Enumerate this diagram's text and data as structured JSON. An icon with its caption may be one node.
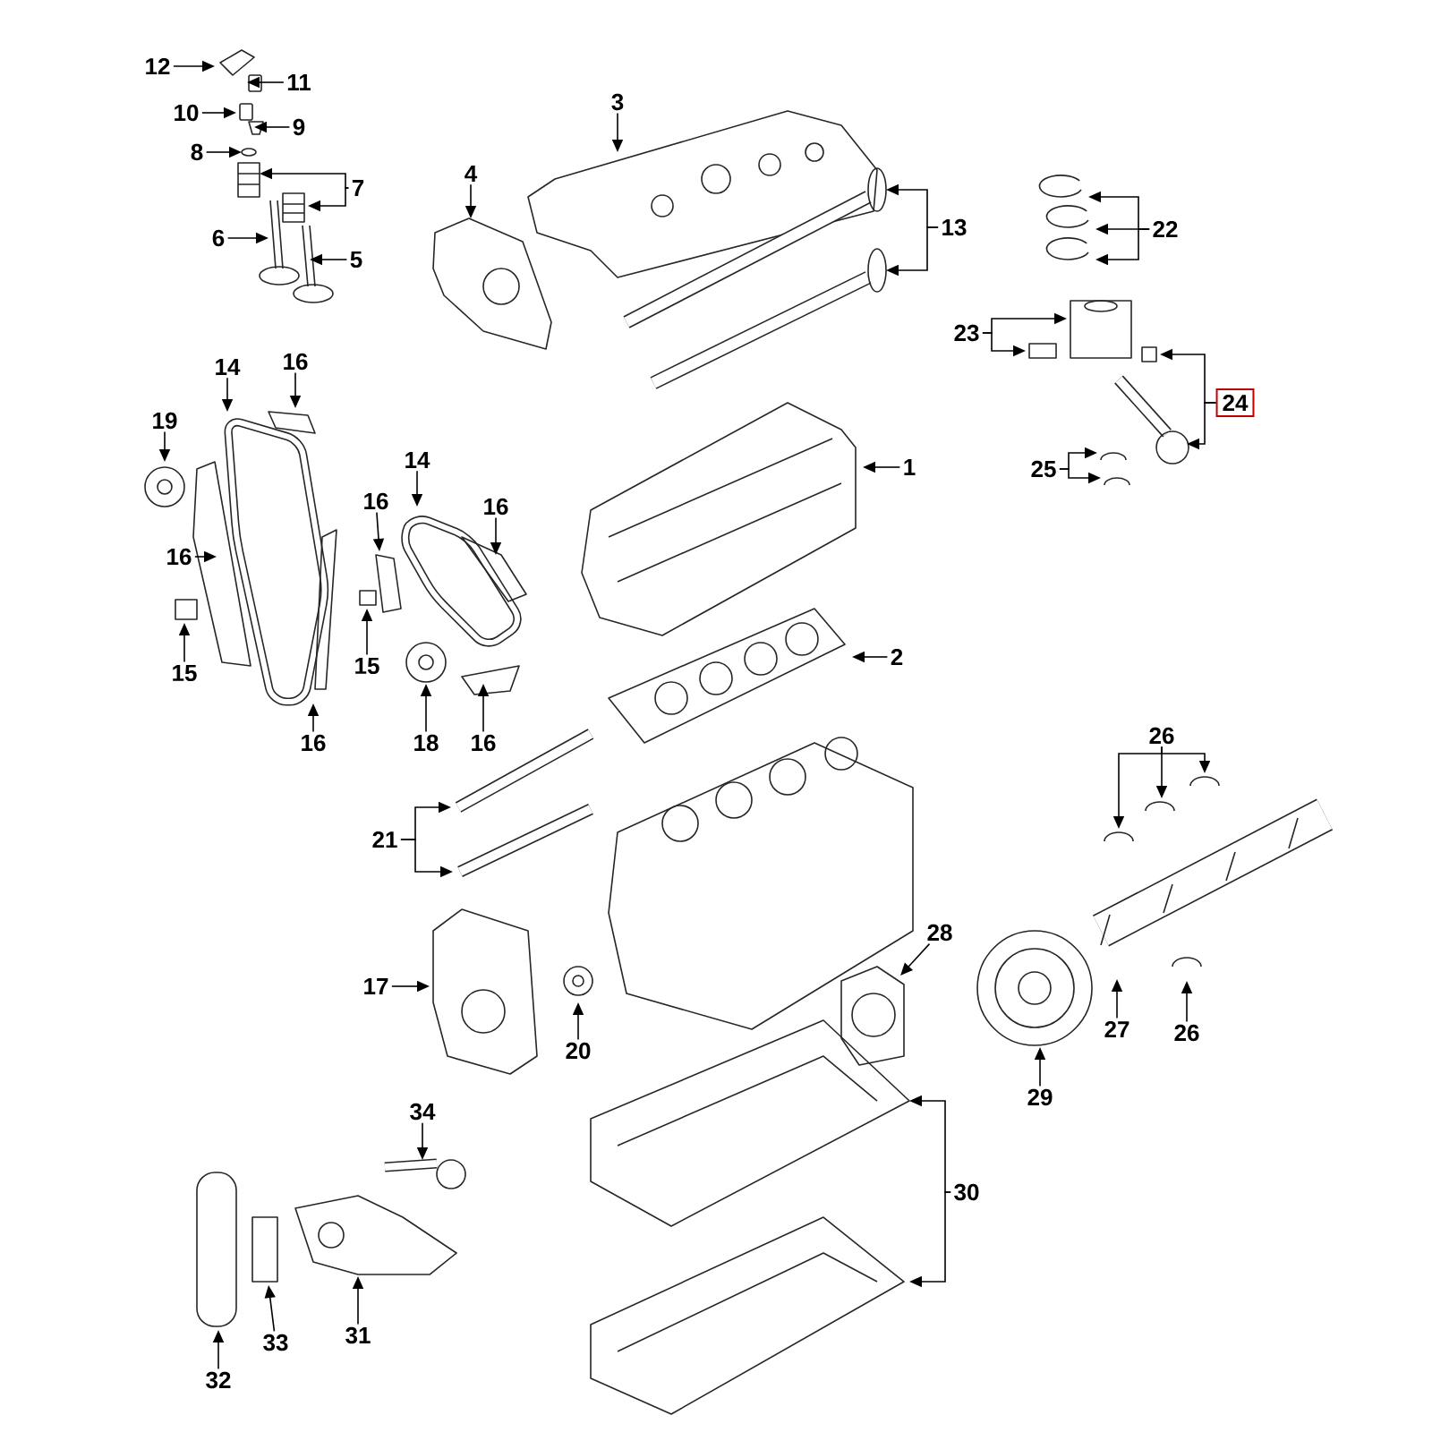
{
  "diagram": {
    "nodes": [
      {
        "text": [
          "12"
        ]
      },
      {
        "text": [
          "11"
        ]
      },
      {
        "text": [
          "10"
        ]
      },
      {
        "text": [
          "9"
        ]
      },
      {
        "text": [
          "8"
        ]
      },
      {
        "text": [
          "7"
        ]
      },
      {
        "text": [
          "6"
        ]
      },
      {
        "text": [
          "5"
        ]
      },
      {
        "text": [
          "4"
        ]
      },
      {
        "text": [
          "3"
        ]
      },
      {
        "text": [
          "13"
        ]
      },
      {
        "text": [
          "22"
        ]
      },
      {
        "text": [
          "23"
        ]
      },
      {
        "text": [
          "24"
        ]
      },
      {
        "text": [
          "25"
        ]
      },
      {
        "text": [
          "14"
        ]
      },
      {
        "text": [
          "16"
        ]
      },
      {
        "text": [
          "19"
        ]
      },
      {
        "text": [
          "1"
        ]
      },
      {
        "text": [
          "14"
        ]
      },
      {
        "text": [
          "16"
        ]
      },
      {
        "text": [
          "16"
        ]
      },
      {
        "text": [
          "16"
        ]
      },
      {
        "text": [
          "2"
        ]
      },
      {
        "text": [
          "15"
        ]
      },
      {
        "text": [
          "15"
        ]
      },
      {
        "text": [
          "16"
        ]
      },
      {
        "text": [
          "18"
        ]
      },
      {
        "text": [
          "16"
        ]
      },
      {
        "text": [
          "26"
        ]
      },
      {
        "text": [
          "21"
        ]
      },
      {
        "text": [
          "17"
        ]
      },
      {
        "text": [
          "28"
        ]
      },
      {
        "text": [
          "20"
        ]
      },
      {
        "text": [
          "27"
        ]
      },
      {
        "text": [
          "26"
        ]
      },
      {
        "text": [
          "29"
        ]
      },
      {
        "text": [
          "34"
        ]
      },
      {
        "text": [
          "30"
        ]
      },
      {
        "text": [
          "33"
        ]
      },
      {
        "text": [
          "31"
        ]
      },
      {
        "text": [
          "32"
        ]
      }
    ],
    "edges": [
      {
        "from": 0,
        "to": null,
        "arrow": "to"
      },
      {
        "from": 1,
        "to": null,
        "arrow": "to"
      },
      {
        "from": 2,
        "to": null,
        "arrow": "to"
      },
      {
        "from": 3,
        "to": null,
        "arrow": "to"
      },
      {
        "from": 4,
        "to": null,
        "arrow": "to"
      },
      {
        "from": 5,
        "to": null,
        "arrow": "to"
      },
      {
        "from": 5,
        "to": null,
        "arrow": "to"
      },
      {
        "from": 6,
        "to": null,
        "arrow": "to"
      },
      {
        "from": 7,
        "to": null,
        "arrow": "to"
      },
      {
        "from": 8,
        "to": null,
        "arrow": "to"
      },
      {
        "from": 9,
        "to": null,
        "arrow": "to"
      },
      {
        "from": 10,
        "to": null,
        "arrow": "to"
      },
      {
        "from": 10,
        "to": null,
        "arrow": "to"
      },
      {
        "from": 11,
        "to": null,
        "arrow": "to"
      },
      {
        "from": 11,
        "to": null,
        "arrow": "to"
      },
      {
        "from": 11,
        "to": null,
        "arrow": "to"
      },
      {
        "from": 12,
        "to": null,
        "arrow": "to"
      },
      {
        "from": 12,
        "to": null,
        "arrow": "to"
      },
      {
        "from": 13,
        "to": null,
        "arrow": "to"
      },
      {
        "from": 13,
        "to": null,
        "arrow": "to"
      },
      {
        "from": 14,
        "to": null,
        "arrow": "to"
      },
      {
        "from": 14,
        "to": null,
        "arrow": "to"
      },
      {
        "from": 15,
        "to": null,
        "arrow": "to"
      },
      {
        "from": 16,
        "to": null,
        "arrow": "to"
      },
      {
        "from": 17,
        "to": null,
        "arrow": "to"
      },
      {
        "from": 18,
        "to": null,
        "arrow": "to"
      },
      {
        "from": 19,
        "to": null,
        "arrow": "to"
      },
      {
        "from": 20,
        "to": null,
        "arrow": "to"
      },
      {
        "from": 21,
        "to": null,
        "arrow": "to"
      },
      {
        "from": 22,
        "to": null,
        "arrow": "to"
      },
      {
        "from": 23,
        "to": null,
        "arrow": "to"
      },
      {
        "from": 24,
        "to": null,
        "arrow": "to"
      },
      {
        "from": 25,
        "to": null,
        "arrow": "to"
      },
      {
        "from": 26,
        "to": null,
        "arrow": "to"
      },
      {
        "from": 27,
        "to": null,
        "arrow": "to"
      },
      {
        "from": 28,
        "to": null,
        "arrow": "to"
      },
      {
        "from": 29,
        "to": null,
        "arrow": "to"
      },
      {
        "from": 29,
        "to": null,
        "arrow": "to"
      },
      {
        "from": 29,
        "to": null,
        "arrow": "to"
      },
      {
        "from": 30,
        "to": null,
        "arrow": "to"
      },
      {
        "from": 30,
        "to": null,
        "arrow": "to"
      },
      {
        "from": 31,
        "to": null,
        "arrow": "to"
      },
      {
        "from": 32,
        "to": null,
        "arrow": "to"
      },
      {
        "from": 33,
        "to": null,
        "arrow": "to"
      },
      {
        "from": 34,
        "to": null,
        "arrow": "to"
      },
      {
        "from": 35,
        "to": null,
        "arrow": "to"
      },
      {
        "from": 36,
        "to": null,
        "arrow": "to"
      },
      {
        "from": 37,
        "to": null,
        "arrow": "to"
      },
      {
        "from": 38,
        "to": null,
        "arrow": "to"
      },
      {
        "from": 38,
        "to": null,
        "arrow": "to"
      },
      {
        "from": 39,
        "to": null,
        "arrow": "to"
      },
      {
        "from": 40,
        "to": null,
        "arrow": "to"
      },
      {
        "from": 41,
        "to": null,
        "arrow": "to"
      }
    ]
  }
}
